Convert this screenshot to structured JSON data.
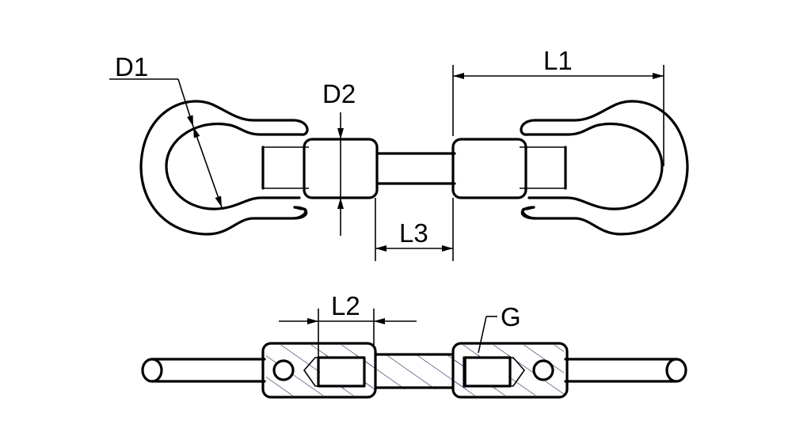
{
  "labels": {
    "d1": "D1",
    "d2": "D2",
    "l1": "L1",
    "l2": "L2",
    "l3": "L3",
    "g": "G"
  },
  "colors": {
    "line": "#000000",
    "hatch": "#1c2a5c",
    "background": "#ffffff"
  }
}
